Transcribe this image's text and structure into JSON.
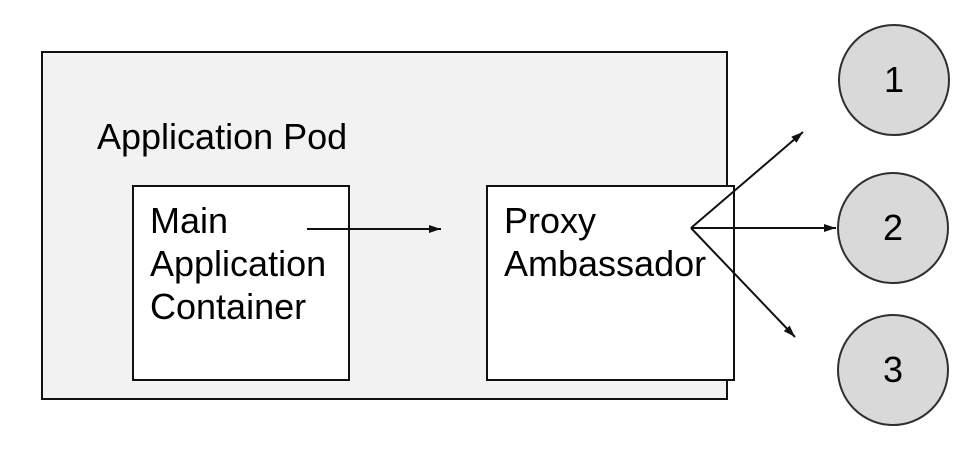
{
  "diagram": {
    "pod": {
      "label": "Application Pod"
    },
    "containers": [
      {
        "id": "main-application-container",
        "label": "Main\nApplication\nContainer"
      },
      {
        "id": "proxy-ambassador",
        "label": "Proxy\nAmbassador"
      }
    ],
    "nodes": [
      {
        "id": "node-1",
        "label": "1"
      },
      {
        "id": "node-2",
        "label": "2"
      },
      {
        "id": "node-3",
        "label": "3"
      }
    ],
    "connections": [
      {
        "from": "main-application-container",
        "to": "proxy-ambassador"
      },
      {
        "from": "proxy-ambassador",
        "to": "node-1"
      },
      {
        "from": "proxy-ambassador",
        "to": "node-2"
      },
      {
        "from": "proxy-ambassador",
        "to": "node-3"
      }
    ]
  },
  "colors": {
    "pod-fill": "#f2f2f2",
    "box-fill": "#ffffff",
    "node-fill": "#d9d9d9",
    "node-stroke": "#2f2f2f",
    "stroke": "#111111",
    "text": "#000000"
  }
}
